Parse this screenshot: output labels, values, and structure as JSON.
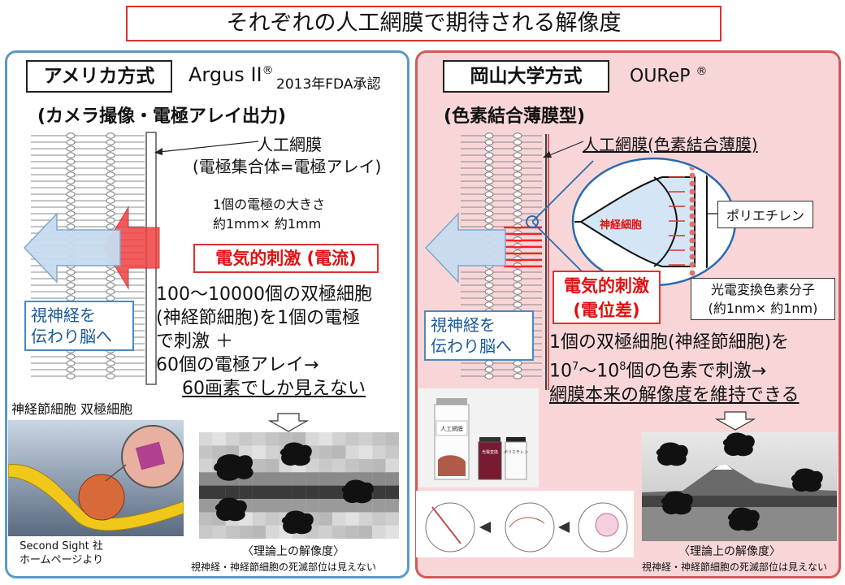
{
  "title": "それぞれの人工網膜で期待される解像度",
  "left": {
    "method_label": "アメリカ方式",
    "product": "Argus II",
    "reg_mark": "®",
    "approval": "2013年FDA承認",
    "subtitle": "(カメラ撮像・電極アレイ出力)",
    "retina_label_1": "人工網膜",
    "retina_label_2": "(電極集合体=電極アレイ)",
    "electrode_size_1": "1個の電極の大きさ",
    "electrode_size_2": "約1mm× 約1mm",
    "stimulus": "電気的刺激 (電流)",
    "optic_nerve_1": "視神経を",
    "optic_nerve_2": "伝わり脳へ",
    "desc_1": "100～10000個の双極細胞",
    "desc_2": "(神経節細胞)を1個の電極",
    "desc_3": "で刺激 ＋",
    "desc_4": "60個の電極アレイ→",
    "desc_5": "60画素でしか見えない",
    "cell_label_ganglion": "神経節細胞",
    "cell_label_bipolar": "双極細胞",
    "credit_1": "Second Sight 社",
    "credit_2": "ホームページより",
    "resolution_caption": "〈理論上の解像度〉",
    "resolution_note": "視神経・神経節細胞の死滅部位は見えない"
  },
  "right": {
    "method_label": "岡山大学方式",
    "product": "OUReP",
    "reg_mark": "®",
    "subtitle": "(色素結合薄膜型)",
    "retina_label": "人工網膜(色素結合薄膜)",
    "nerve_cell": "神経細胞",
    "polyethylene": "ポリエチレン",
    "stimulus_1": "電気的刺激",
    "stimulus_2": "(電位差)",
    "dye_label_1": "光電変換色素分子",
    "dye_label_2": "(約1nm× 約1nm)",
    "optic_nerve_1": "視神経を",
    "optic_nerve_2": "伝わり脳へ",
    "desc_1": "1個の双極細胞(神経節細胞)を",
    "desc_2a": "10",
    "desc_2a_sup": "7",
    "desc_2b": "～10",
    "desc_2b_sup": "8",
    "desc_2c": "個の色素で刺激→",
    "desc_3": "網膜本来の解像度を維持できる",
    "vial_label_1": "人工網膜",
    "vial_label_2": "光電変換",
    "vial_label_3": "ポリエチレン",
    "resolution_caption": "〈理論上の解像度〉",
    "resolution_note": "視神経・神経節細胞の死滅部位は見えない"
  },
  "colors": {
    "left_border": "#5a9ac8",
    "right_border": "#d05a5a",
    "right_bg": "#f8d6d8",
    "stimulus_red": "#e01010",
    "nerve_blue": "#1a5a9a"
  }
}
